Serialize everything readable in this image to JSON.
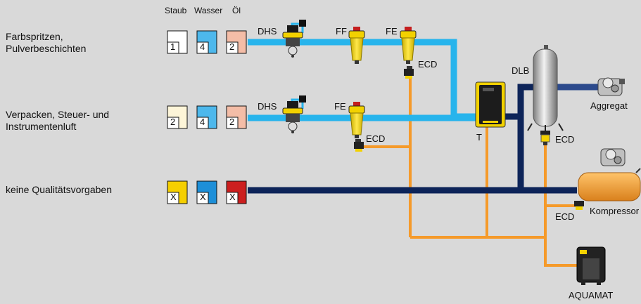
{
  "header": {
    "dust": "Staub",
    "water": "Wasser",
    "oil": "Öl"
  },
  "rows": [
    {
      "line1": "Farbspritzen,",
      "line2": "Pulverbeschichten",
      "classes": [
        "1",
        "4",
        "2"
      ]
    },
    {
      "line1": "Verpacken, Steuer- und",
      "line2": "Instrumentenluft",
      "classes": [
        "2",
        "4",
        "2"
      ]
    },
    {
      "line1": "keine Qualitätsvorgaben",
      "line2": "",
      "classes": [
        "X",
        "X",
        "X"
      ]
    }
  ],
  "labels": {
    "dhs_top": "DHS",
    "ff_top": "FF",
    "fe_top": "FE",
    "ecd_top": "ECD",
    "dhs_mid": "DHS",
    "fe_mid": "FE",
    "ecd_mid": "ECD",
    "t": "T",
    "dlb": "DLB",
    "ecd_dlb": "ECD",
    "aggregat": "Aggregat",
    "kompressor": "Kompressor",
    "ecd_komp": "ECD",
    "aquamat": "AQUAMAT"
  },
  "colors": {
    "background": "#d9d9d9",
    "treated_air_line": "#27b4ec",
    "untreated_air_line": "#0d2459",
    "condensate_line": "#f59a2a",
    "filter_yellow": "#f2d100",
    "compressor_orange": "#f5a23c",
    "class_dust": [
      "#ffffff",
      "#fdf5d8",
      "#f5cf00"
    ],
    "class_water": [
      "#4db8ec",
      "#4db8ec",
      "#1d8fd8"
    ],
    "class_oil": [
      "#f4bda7",
      "#f4bda7",
      "#cc1f1f"
    ]
  }
}
